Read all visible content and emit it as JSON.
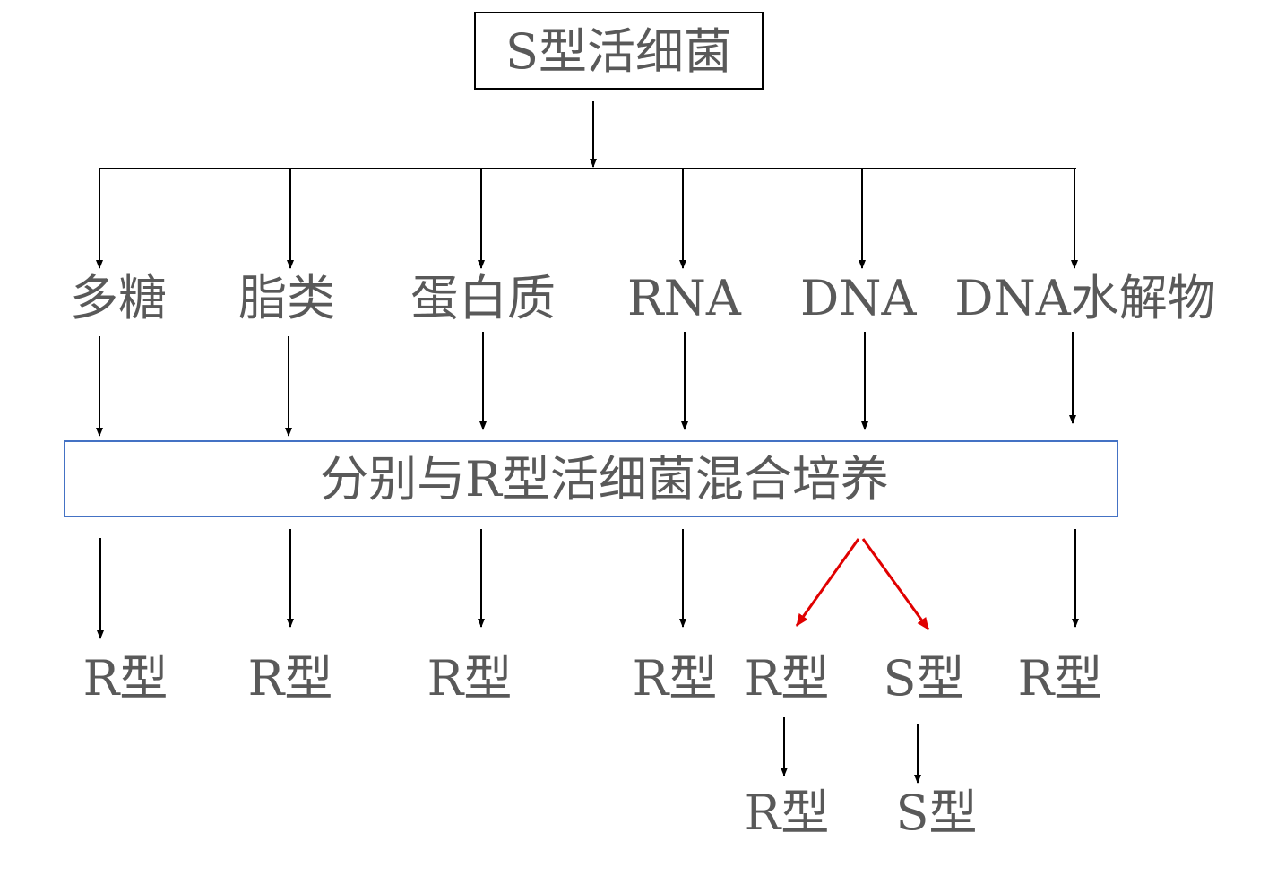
{
  "top": {
    "title": "S型活细菌"
  },
  "components": [
    {
      "label": "多糖"
    },
    {
      "label": "脂类"
    },
    {
      "label": "蛋白质"
    },
    {
      "label": "RNA"
    },
    {
      "label": "DNA"
    },
    {
      "label": "DNA水解物"
    }
  ],
  "mix": {
    "label": "分别与R型活细菌混合培养"
  },
  "results": [
    {
      "label": "R型"
    },
    {
      "label": "R型"
    },
    {
      "label": "R型"
    },
    {
      "label": "R型"
    },
    {
      "label": "R型"
    },
    {
      "label": "S型"
    },
    {
      "label": "R型"
    }
  ],
  "offspring": [
    {
      "label": "R型"
    },
    {
      "label": "S型"
    }
  ],
  "colors": {
    "text": "#595959",
    "arrow": "#000000",
    "highlight_arrow": "#e00000",
    "top_box_border": "#000000",
    "mix_box_border": "#4472c4"
  }
}
